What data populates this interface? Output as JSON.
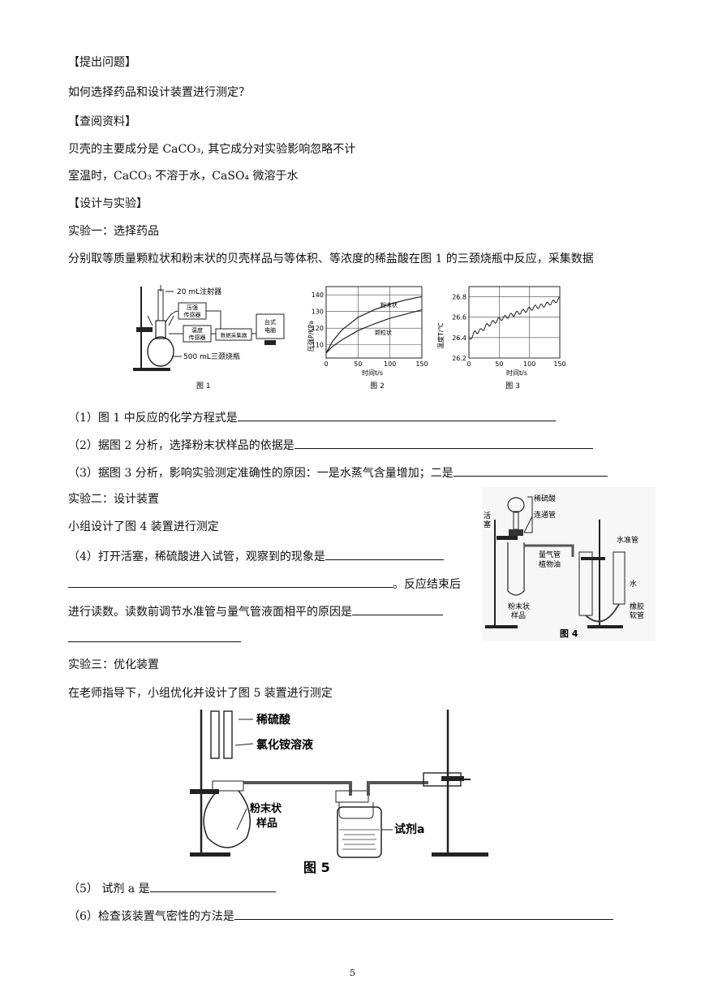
{
  "lines": {
    "h_question": "【提出问题】",
    "q_text": "如何选择药品和设计装置进行测定？",
    "h_ref": "【查阅资料】",
    "ref1": "贝壳的主要成分是 CaCO₃, 其它成分对实验影响忽略不计",
    "ref2": "室温时，CaCO₃ 不溶于水，CaSO₄ 微溶于水",
    "h_design": "【设计与实验】",
    "exp1_title": "实验一：选择药品",
    "exp1_desc": "分别取等质量颗粒状和粉末状的贝壳样品与等体积、等浓度的稀盐酸在图 1 的三颈烧瓶中反应，采集数据",
    "q1": "（1）图 1 中反应的化学方程式是",
    "q2": "（2）据图 2 分析，选择粉末状样品的依据是",
    "q3": "（3）据图 3 分析，影响实验测定准确性的原因：一是水蒸气含量增加；二是",
    "exp2_title": "实验二：设计装置",
    "exp2_desc": "小组设计了图 4 装置进行测定",
    "q4a": "（4）打开活塞，稀硫酸进入试管，观察到的现象是",
    "q4b_end": "。反应结束后",
    "q4c": "进行读数。读数前调节水准管与量气管液面相平的原因是",
    "exp3_title": "实验三：优化装置",
    "exp3_desc": "在老师指导下，小组优化并设计了图 5 装置进行测定",
    "q5": "（5）  试剂 a 是",
    "q6": "（6）检查该装置气密性的方法是"
  },
  "fig1": {
    "syringe": "20 mL注射器",
    "pressure_sensor_1": "压强",
    "pressure_sensor_2": "传感器",
    "temp_sensor_1": "温度",
    "temp_sensor_2": "传感器",
    "collector": "数据采集器",
    "computer_1": "台式",
    "computer_2": "电脑",
    "flask": "500 mL三颈烧瓶",
    "caption": "图 1"
  },
  "fig4": {
    "stopcock_1": "活",
    "stopcock_2": "塞",
    "acid": "稀硫酸",
    "connector": "连通管",
    "level_tube": "水准管",
    "gas_tube": "量气管",
    "oil": "植物油",
    "water": "水",
    "powder_1": "粉末状",
    "powder_2": "样品",
    "hose_1": "橡胶",
    "hose_2": "软管",
    "caption": "图 4"
  },
  "fig5": {
    "acid": "稀硫酸",
    "nh4cl": "氯化铵溶液",
    "powder_1": "粉末状",
    "powder_2": "样品",
    "reagent": "试剂a",
    "caption": "图 5"
  },
  "page_number": "5",
  "chart_data": [
    {
      "type": "line",
      "caption": "图 2",
      "ylabel": "压强P/KPa",
      "xlabel": "时间t/s",
      "x_ticks": [
        0,
        50,
        100,
        150
      ],
      "y_ticks": [
        110,
        120,
        130,
        140
      ],
      "xlim": [
        0,
        150
      ],
      "ylim": [
        102,
        145
      ],
      "grid": true,
      "series": [
        {
          "name": "粉末状",
          "x": [
            0,
            10,
            25,
            50,
            75,
            100,
            125,
            150
          ],
          "y": [
            105,
            112,
            119,
            126.5,
            131,
            134.5,
            137,
            139
          ]
        },
        {
          "name": "颗粒状",
          "x": [
            0,
            10,
            25,
            50,
            75,
            100,
            125,
            150
          ],
          "y": [
            105,
            109,
            113,
            118.5,
            122.5,
            126,
            128.5,
            131
          ]
        }
      ]
    },
    {
      "type": "line",
      "caption": "图 3",
      "ylabel": "温度T/℃",
      "xlabel": "时间t/s",
      "x_ticks": [
        0,
        50,
        100,
        150
      ],
      "y_ticks": [
        26.2,
        26.4,
        26.6,
        26.8
      ],
      "xlim": [
        0,
        150
      ],
      "ylim": [
        26.2,
        26.9
      ],
      "grid": true,
      "series": [
        {
          "name": "",
          "x": [
            0,
            10,
            20,
            30,
            40,
            50,
            60,
            70,
            80,
            90,
            100,
            110,
            120,
            130,
            140,
            150
          ],
          "y": [
            26.38,
            26.45,
            26.47,
            26.52,
            26.55,
            26.58,
            26.6,
            26.62,
            26.64,
            26.66,
            26.68,
            26.7,
            26.71,
            26.73,
            26.75,
            26.78
          ]
        }
      ]
    }
  ]
}
